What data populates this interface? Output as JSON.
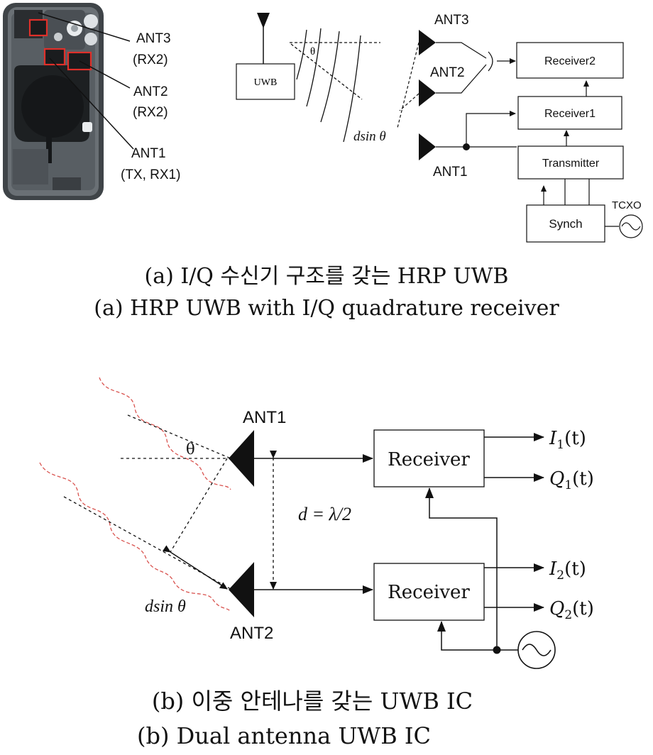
{
  "top": {
    "phone_labels": {
      "ant3": "ANT3",
      "ant3_sub": "(RX2)",
      "ant2": "ANT2",
      "ant2_sub": "(RX2)",
      "ant1": "ANT1",
      "ant1_sub": "(TX, RX1)"
    },
    "uwb_box": "UWB",
    "theta": "θ",
    "array": {
      "ant3": "ANT3",
      "ant2": "ANT2",
      "ant1": "ANT1",
      "dsin": "dsin θ",
      "receiver2": "Receiver2",
      "receiver1": "Receiver1",
      "transmitter": "Transmitter",
      "synch": "Synch",
      "tcxo": "TCXO"
    },
    "caption_ko": "(a) I/Q 수신기 구조를 갖는 HRP UWB",
    "caption_en": "(a) HRP UWB with I/Q quadrature receiver"
  },
  "bottom": {
    "ant1": "ANT1",
    "ant2": "ANT2",
    "theta": "θ",
    "d_label": "d = λ/2",
    "dsin": "dsin θ",
    "receiver_top": "Receiver",
    "receiver_bottom": "Receiver",
    "i1": "I",
    "i1_sub": "1",
    "i1_arg": "(t)",
    "q1": "Q",
    "q1_sub": "1",
    "q1_arg": "(t)",
    "i2": "I",
    "i2_sub": "2",
    "i2_arg": "(t)",
    "q2": "Q",
    "q2_sub": "2",
    "q2_arg": "(t)",
    "caption_ko": "(b) 이중 안테나를 갖는 UWB IC",
    "caption_en": "(b) Dual antenna UWB IC"
  },
  "colors": {
    "wave": "#d9534f",
    "highlight": "#e0302a",
    "phone_body": "#5c6166",
    "coil": "#151719"
  }
}
